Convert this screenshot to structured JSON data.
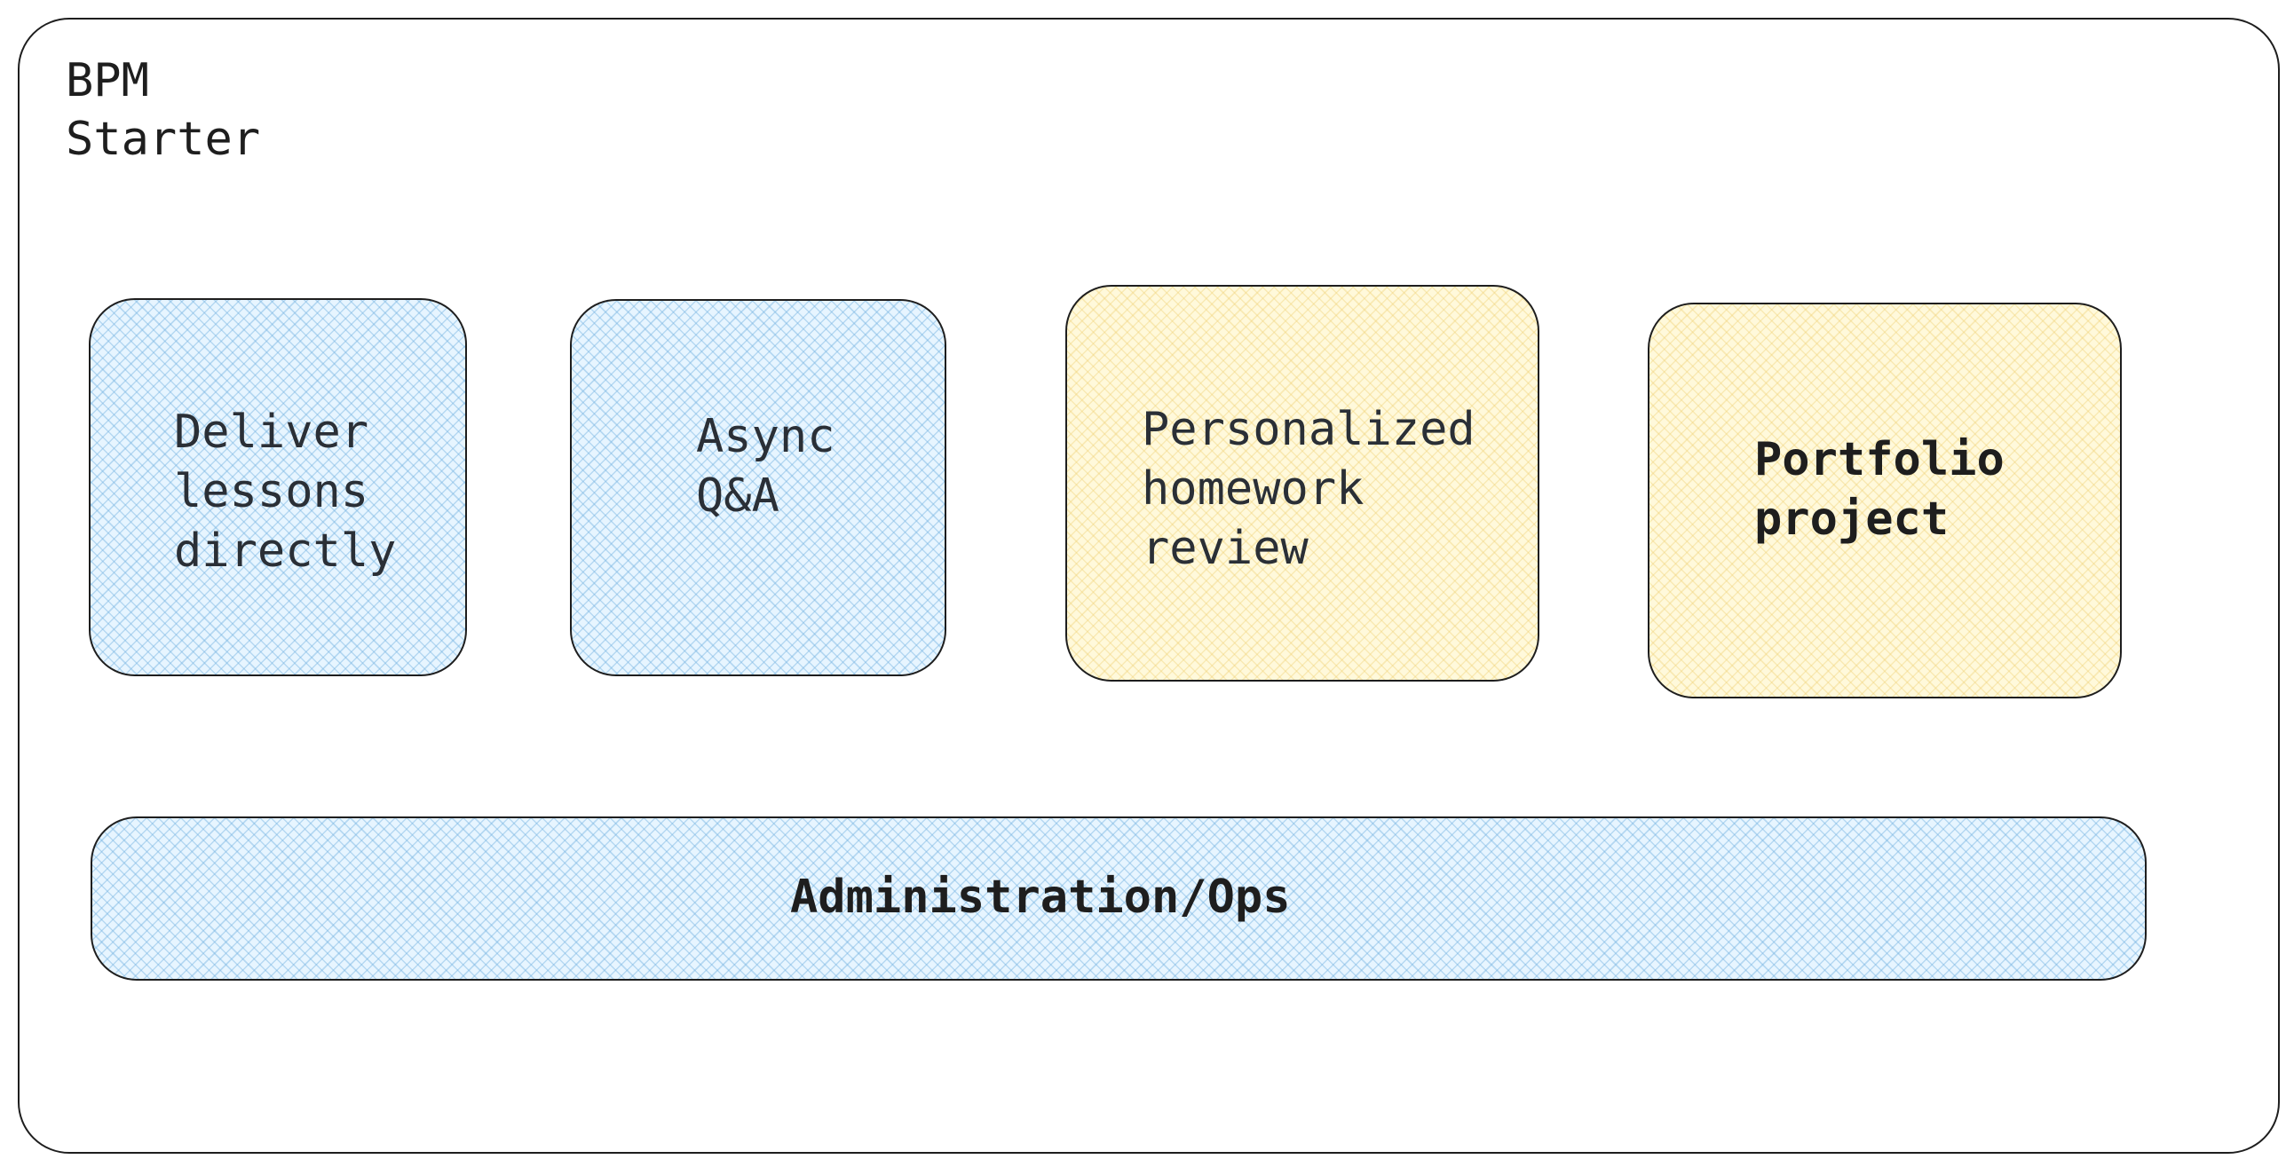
{
  "diagram": {
    "title": "BPM\nStarter",
    "cards": [
      {
        "id": "deliver",
        "label": "Deliver\nlessons\ndirectly",
        "fill": "#e7f5ff"
      },
      {
        "id": "async",
        "label": "Async\nQ&A",
        "fill": "#e7f5ff"
      },
      {
        "id": "homework",
        "label": "Personalized\nhomework\nreview",
        "fill": "#fff9db"
      },
      {
        "id": "portfolio",
        "label": "Portfolio\nproject",
        "fill": "#fff9db"
      },
      {
        "id": "admin",
        "label": "Administration/Ops",
        "fill": "#e7f5ff"
      }
    ]
  },
  "colors": {
    "stroke": "#1e1e1e",
    "blue_fill": "#e7f5ff",
    "yellow_fill": "#fff9db"
  }
}
